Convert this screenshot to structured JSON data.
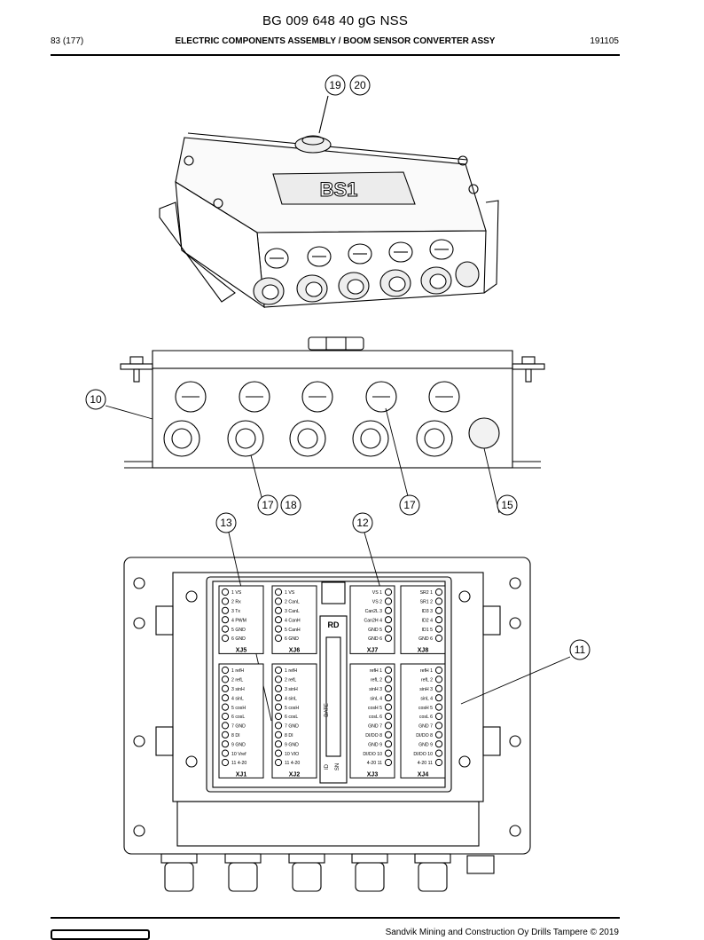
{
  "header": {
    "doc_number": "BG 009 648 40 gG NSS",
    "page": "83 (177)",
    "title": "ELECTRIC COMPONENTS ASSEMBLY / BOOM SENSOR CONVERTER ASSY",
    "date_code": "191105"
  },
  "drawing": {
    "box_label": "BS1",
    "board_marking": "RD",
    "board_date_label": "DATE",
    "board_small_labels": [
      "ID",
      "SN"
    ],
    "callouts": [
      "19",
      "20",
      "10",
      "17",
      "18",
      "17",
      "15",
      "13",
      "12",
      "11"
    ],
    "connectors": [
      {
        "name": "XJ5",
        "pins": [
          "1 VS",
          "2 Rx",
          "3 Tx",
          "4 PWM",
          "5 GND",
          "6 GND"
        ]
      },
      {
        "name": "XJ6",
        "pins": [
          "1 VS",
          "2 CanL",
          "3 CanL",
          "4 CanH",
          "5 CanH",
          "6 GND"
        ]
      },
      {
        "name": "XJ7",
        "pins": [
          "VS 1",
          "VS 2",
          "Can2L 3",
          "Can2H 4",
          "GND 5",
          "GND 6"
        ]
      },
      {
        "name": "XJ8",
        "pins": [
          "SR2 1",
          "SR1 2",
          "ID3 3",
          "ID2 4",
          "ID1 5",
          "GND 6"
        ]
      },
      {
        "name": "XJ1",
        "pins": [
          "1 refH",
          "2 refL",
          "3 sinH",
          "4 sinL",
          "5 cosH",
          "6 cosL",
          "7 GND",
          "8 DI",
          "9 GND",
          "10 Vref",
          "11 4-20"
        ]
      },
      {
        "name": "XJ2",
        "pins": [
          "1 refH",
          "2 refL",
          "3 sinH",
          "4 sinL",
          "5 cosH",
          "6 cosL",
          "7 GND",
          "8 DI",
          "9 GND",
          "10 VIO",
          "11 4-20"
        ]
      },
      {
        "name": "XJ3",
        "pins": [
          "refH 1",
          "refL 2",
          "sinH 3",
          "sinL 4",
          "cosH 5",
          "cosL 6",
          "GND 7",
          "DI/DO 8",
          "GND 9",
          "DI/DO 10",
          "4-20 11"
        ]
      },
      {
        "name": "XJ4",
        "pins": [
          "refH 1",
          "refL 2",
          "sinH 3",
          "sinL 4",
          "cosH 5",
          "cosL 6",
          "GND 7",
          "DI/DO 8",
          "GND 9",
          "DI/DO 10",
          "4-20 11"
        ]
      }
    ]
  },
  "footer": {
    "copyright": "Sandvik Mining and Construction Oy Drills Tampere © 2019"
  }
}
